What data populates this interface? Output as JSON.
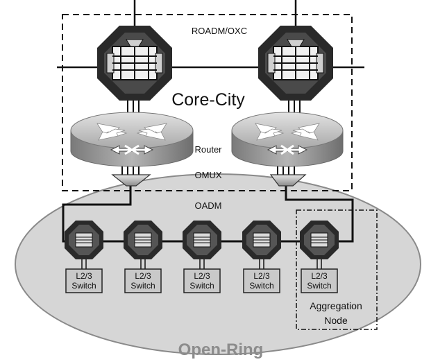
{
  "labels": {
    "roadm": "ROADM/OXC",
    "core_city": "Core-City",
    "router": "Router",
    "omux": "OMUX",
    "oadm": "OADM",
    "switch_line1": "L2/3",
    "switch_line2": "Switch",
    "aggregation_line1": "Aggregation",
    "aggregation_line2": "Node",
    "open_ring": "Open-Ring"
  },
  "colors": {
    "ring_fill": "#d6d6d6",
    "ring_stroke": "#8a8a8a",
    "device_dark": "#2a2a2a",
    "device_light": "#cfcfcf",
    "router_top": "#bdbdbd",
    "router_side": "#8c8c8c",
    "switch_box": "#c9c9c9",
    "open_ring_text": "#8c8c8c"
  },
  "icons": {
    "roadm": "roadm-octagon-icon",
    "router": "router-cylinder-icon",
    "omux": "omux-funnel-icon",
    "oadm": "oadm-octagon-icon",
    "switch": "switch-box-icon"
  }
}
